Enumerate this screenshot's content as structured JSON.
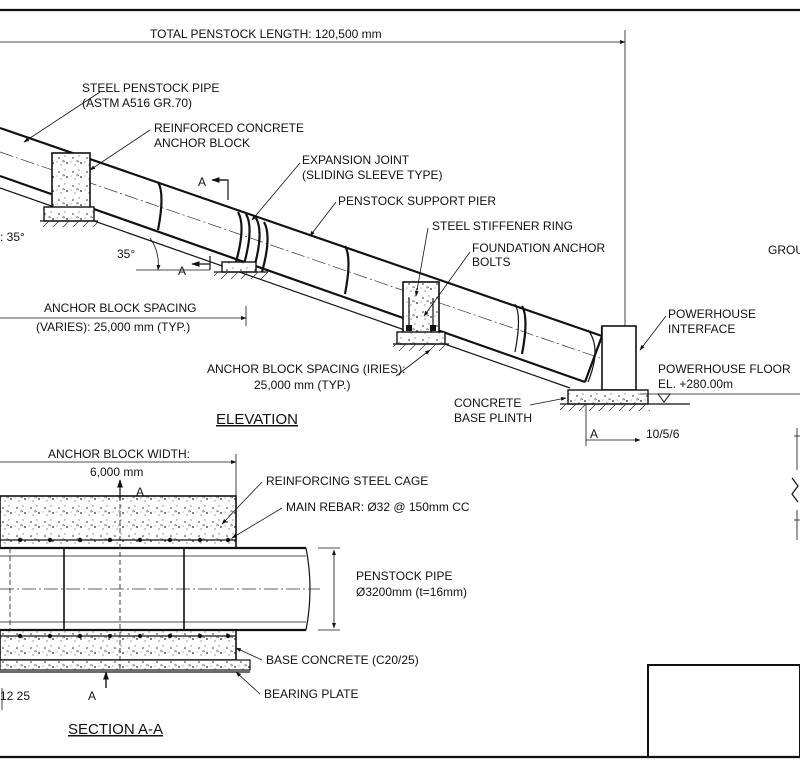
{
  "top": {
    "total_length": "TOTAL PENSTOCK LENGTH: 120,500 mm"
  },
  "elevation": {
    "title": "ELEVATION",
    "pipe_line1": "STEEL PENSTOCK PIPE",
    "pipe_line2": "(ASTM A516 GR.70)",
    "anchor_line1": "REINFORCED CONCRETE",
    "anchor_line2": "ANCHOR BLOCK",
    "joint_line1": "EXPANSION JOINT",
    "joint_line2": "(SLIDING SLEEVE TYPE)",
    "pier": "PENSTOCK SUPPORT PIER",
    "stiffener": "STEEL STIFFENER RING",
    "bolts_line1": "FOUNDATION ANCHOR",
    "bolts_line2": "BOLTS",
    "angle_left": ": 35°",
    "angle": "35°",
    "section_mark": "A",
    "spacing1_line1": "ANCHOR BLOCK SPACING",
    "spacing1_line2": "(VARIES): 25,000 mm (TYP.)",
    "spacing2_line1": "ANCHOR BLOCK SPACING (IRIES):",
    "spacing2_line2": "25,000 mm (TYP.)",
    "interface_line1": "POWERHOUSE",
    "interface_line2": "INTERFACE",
    "floor_line1": "POWERHOUSE FLOOR",
    "floor_line2": "EL. +280.00m",
    "plinth_line1": "CONCRETE",
    "plinth_line2": "BASE PLINTH",
    "bottom_ref": "10/5/6",
    "ground": "GROU"
  },
  "section": {
    "title": "SECTION A-A",
    "width_line1": "ANCHOR BLOCK WIDTH:",
    "width_line2": "6,000 mm",
    "cage": "REINFORCING STEEL CAGE",
    "rebar": "MAIN REBAR: Ø32 @ 150mm CC",
    "pipe_line1": "PENSTOCK PIPE",
    "pipe_line2": "Ø3200mm (t=16mm)",
    "base": "BASE CONCRETE (C20/25)",
    "bearing": "BEARING PLATE",
    "dims": "12 25",
    "mark": "A"
  }
}
